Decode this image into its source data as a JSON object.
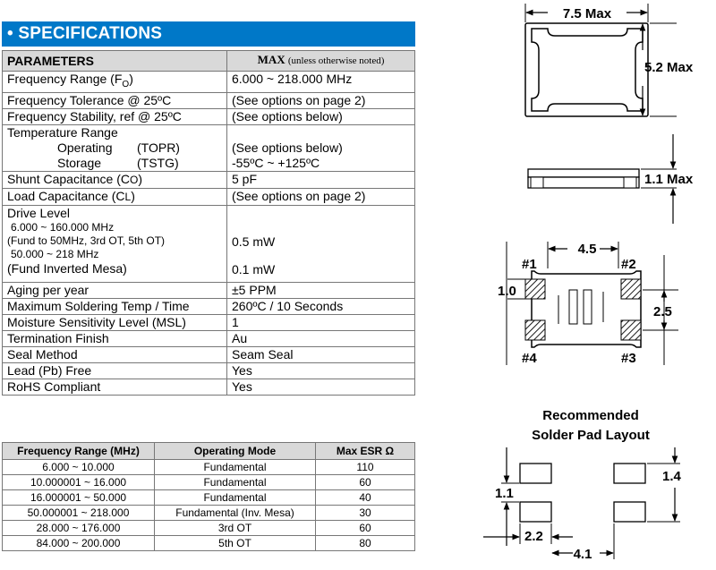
{
  "header": {
    "title": "• SPECIFICATIONS"
  },
  "spec_table": {
    "col1_header": "PARAMETERS",
    "col2_header_max": "MAX",
    "col2_header_note": "(unless otherwise noted)",
    "rows": [
      {
        "param": "Frequency Range  (F",
        "param_sub": "O",
        "param_end": ")",
        "value": "6.000 ~ 218.000 MHz"
      },
      {
        "param": "Frequency Tolerance @ 25ºC",
        "value": "(See options on page 2)"
      },
      {
        "param": "Frequency Stability, ref @ 25ºC",
        "value": "(See options below)"
      },
      {
        "param": "Shunt Capacitance (C",
        "param_sub": "O",
        "param_end": ")",
        "value": "5 pF"
      },
      {
        "param": "Load Capacitance  (C",
        "param_sub": "L",
        "param_end": ")",
        "value": "(See options on page 2)"
      },
      {
        "param": "Aging per year",
        "value": "±5 PPM"
      },
      {
        "param": "Maximum Soldering Temp / Time",
        "value": "260ºC / 10 Seconds"
      },
      {
        "param": "Moisture Sensitivity Level (MSL)",
        "value": "1"
      },
      {
        "param": "Termination Finish",
        "value": "Au"
      },
      {
        "param": "Seal Method",
        "value": "Seam Seal"
      },
      {
        "param": "Lead (Pb) Free",
        "value": "Yes"
      },
      {
        "param": "RoHS Compliant",
        "value": "Yes"
      }
    ],
    "temperature": {
      "label": "Temperature Range",
      "operating_label": "Operating",
      "operating_sym": "(TOPR)",
      "operating_value": "(See options below)",
      "storage_label": "Storage",
      "storage_sym": "(TSTG)",
      "storage_value": "-55ºC ~ +125ºC"
    },
    "drive": {
      "label": "Drive Level",
      "range1": "6.000 ~ 160.000 MHz",
      "range1_note": "(Fund to 50MHz, 3rd OT, 5th OT)",
      "range1_value": "0.5 mW",
      "range2": "50.000 ~ 218 MHz",
      "range2_note": "(Fund Inverted Mesa)",
      "range2_value": "0.1 mW"
    }
  },
  "esr_table": {
    "headers": [
      "Frequency Range (MHz)",
      "Operating Mode",
      "Max ESR Ω"
    ],
    "rows": [
      [
        "6.000 ~ 10.000",
        "Fundamental",
        "110"
      ],
      [
        "10.000001 ~ 16.000",
        "Fundamental",
        "60"
      ],
      [
        "16.000001 ~ 50.000",
        "Fundamental",
        "40"
      ],
      [
        "50.000001 ~ 218.000",
        "Fundamental (Inv. Mesa)",
        "30"
      ],
      [
        "28.000 ~ 176.000",
        "3rd OT",
        "60"
      ],
      [
        "84.000 ~ 200.000",
        "5th OT",
        "80"
      ]
    ]
  },
  "diagram": {
    "dim_width": "7.5 Max",
    "dim_height": "5.2 Max",
    "dim_thickness": "1.1 Max",
    "dim_pad_spacing": "4.5",
    "dim_pad_height": "1.0",
    "dim_pad_pitch": "2.5",
    "pin1": "#1",
    "pin2": "#2",
    "pin3": "#3",
    "pin4": "#4",
    "rec_title_line1": "Recommended",
    "rec_title_line2": "Solder Pad Layout",
    "rec_pad_h": "1.4",
    "rec_pad_w": "1.1",
    "rec_width": "2.2",
    "rec_spacing": "4.1"
  }
}
